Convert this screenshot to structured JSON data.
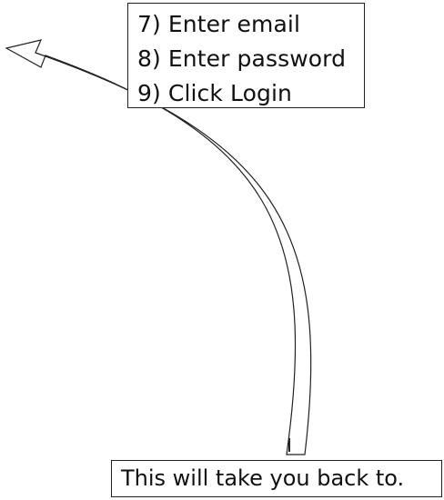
{
  "instructions": {
    "steps": [
      "7) Enter email",
      "8) Enter password",
      "9) Click Login"
    ]
  },
  "note": {
    "text": "This will take you back to."
  },
  "colors": {
    "outline": "#222222",
    "background": "#ffffff",
    "text": "#111111"
  },
  "icons": {
    "arrow": "curved-arrow-icon"
  }
}
